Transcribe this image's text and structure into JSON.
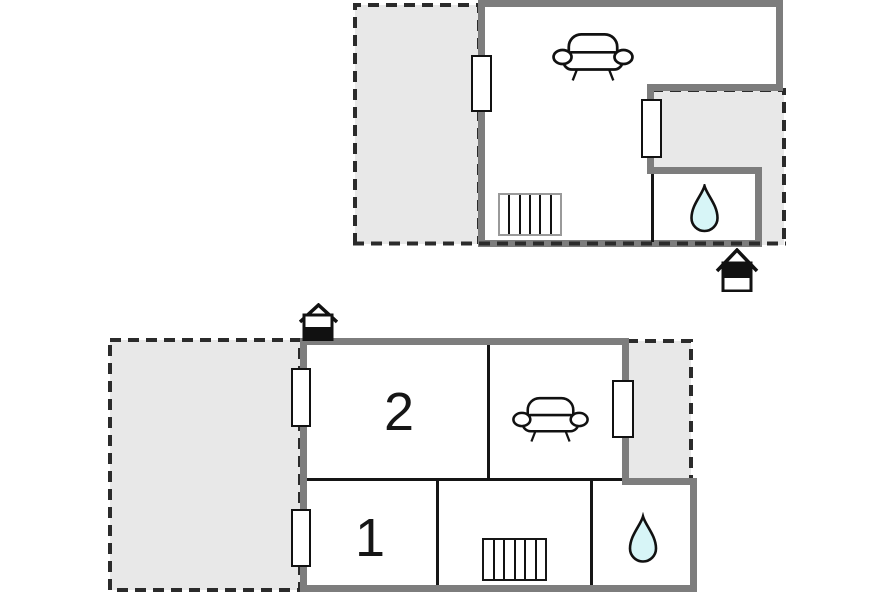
{
  "plan": {
    "type": "floor-plan",
    "colors": {
      "terrace_fill": "#e8e8e8",
      "wall_gray": "#7d7d7d",
      "line_black": "#151515",
      "dash_color": "#2b2b2b",
      "water_drop_fill": "#d7f5f7",
      "background": "#ffffff"
    },
    "upper_floor": {
      "rooms": {
        "living_room": {
          "label": "",
          "icons": [
            "sofa-icon",
            "stairs-icon"
          ]
        },
        "bathroom": {
          "icons": [
            "water-drop-icon"
          ]
        }
      },
      "windows": 2,
      "terraces": 2,
      "entrance_marker": "house-icon"
    },
    "lower_floor": {
      "rooms": {
        "bedroom_2": {
          "label": "2"
        },
        "bedroom_1": {
          "label": "1"
        },
        "living_room": {
          "icons": [
            "sofa-icon"
          ]
        },
        "stair_room": {
          "icons": [
            "stairs-icon"
          ]
        },
        "bathroom": {
          "icons": [
            "water-drop-icon"
          ]
        }
      },
      "windows": 3,
      "terraces": 2,
      "entrance_marker": "house-icon"
    }
  }
}
